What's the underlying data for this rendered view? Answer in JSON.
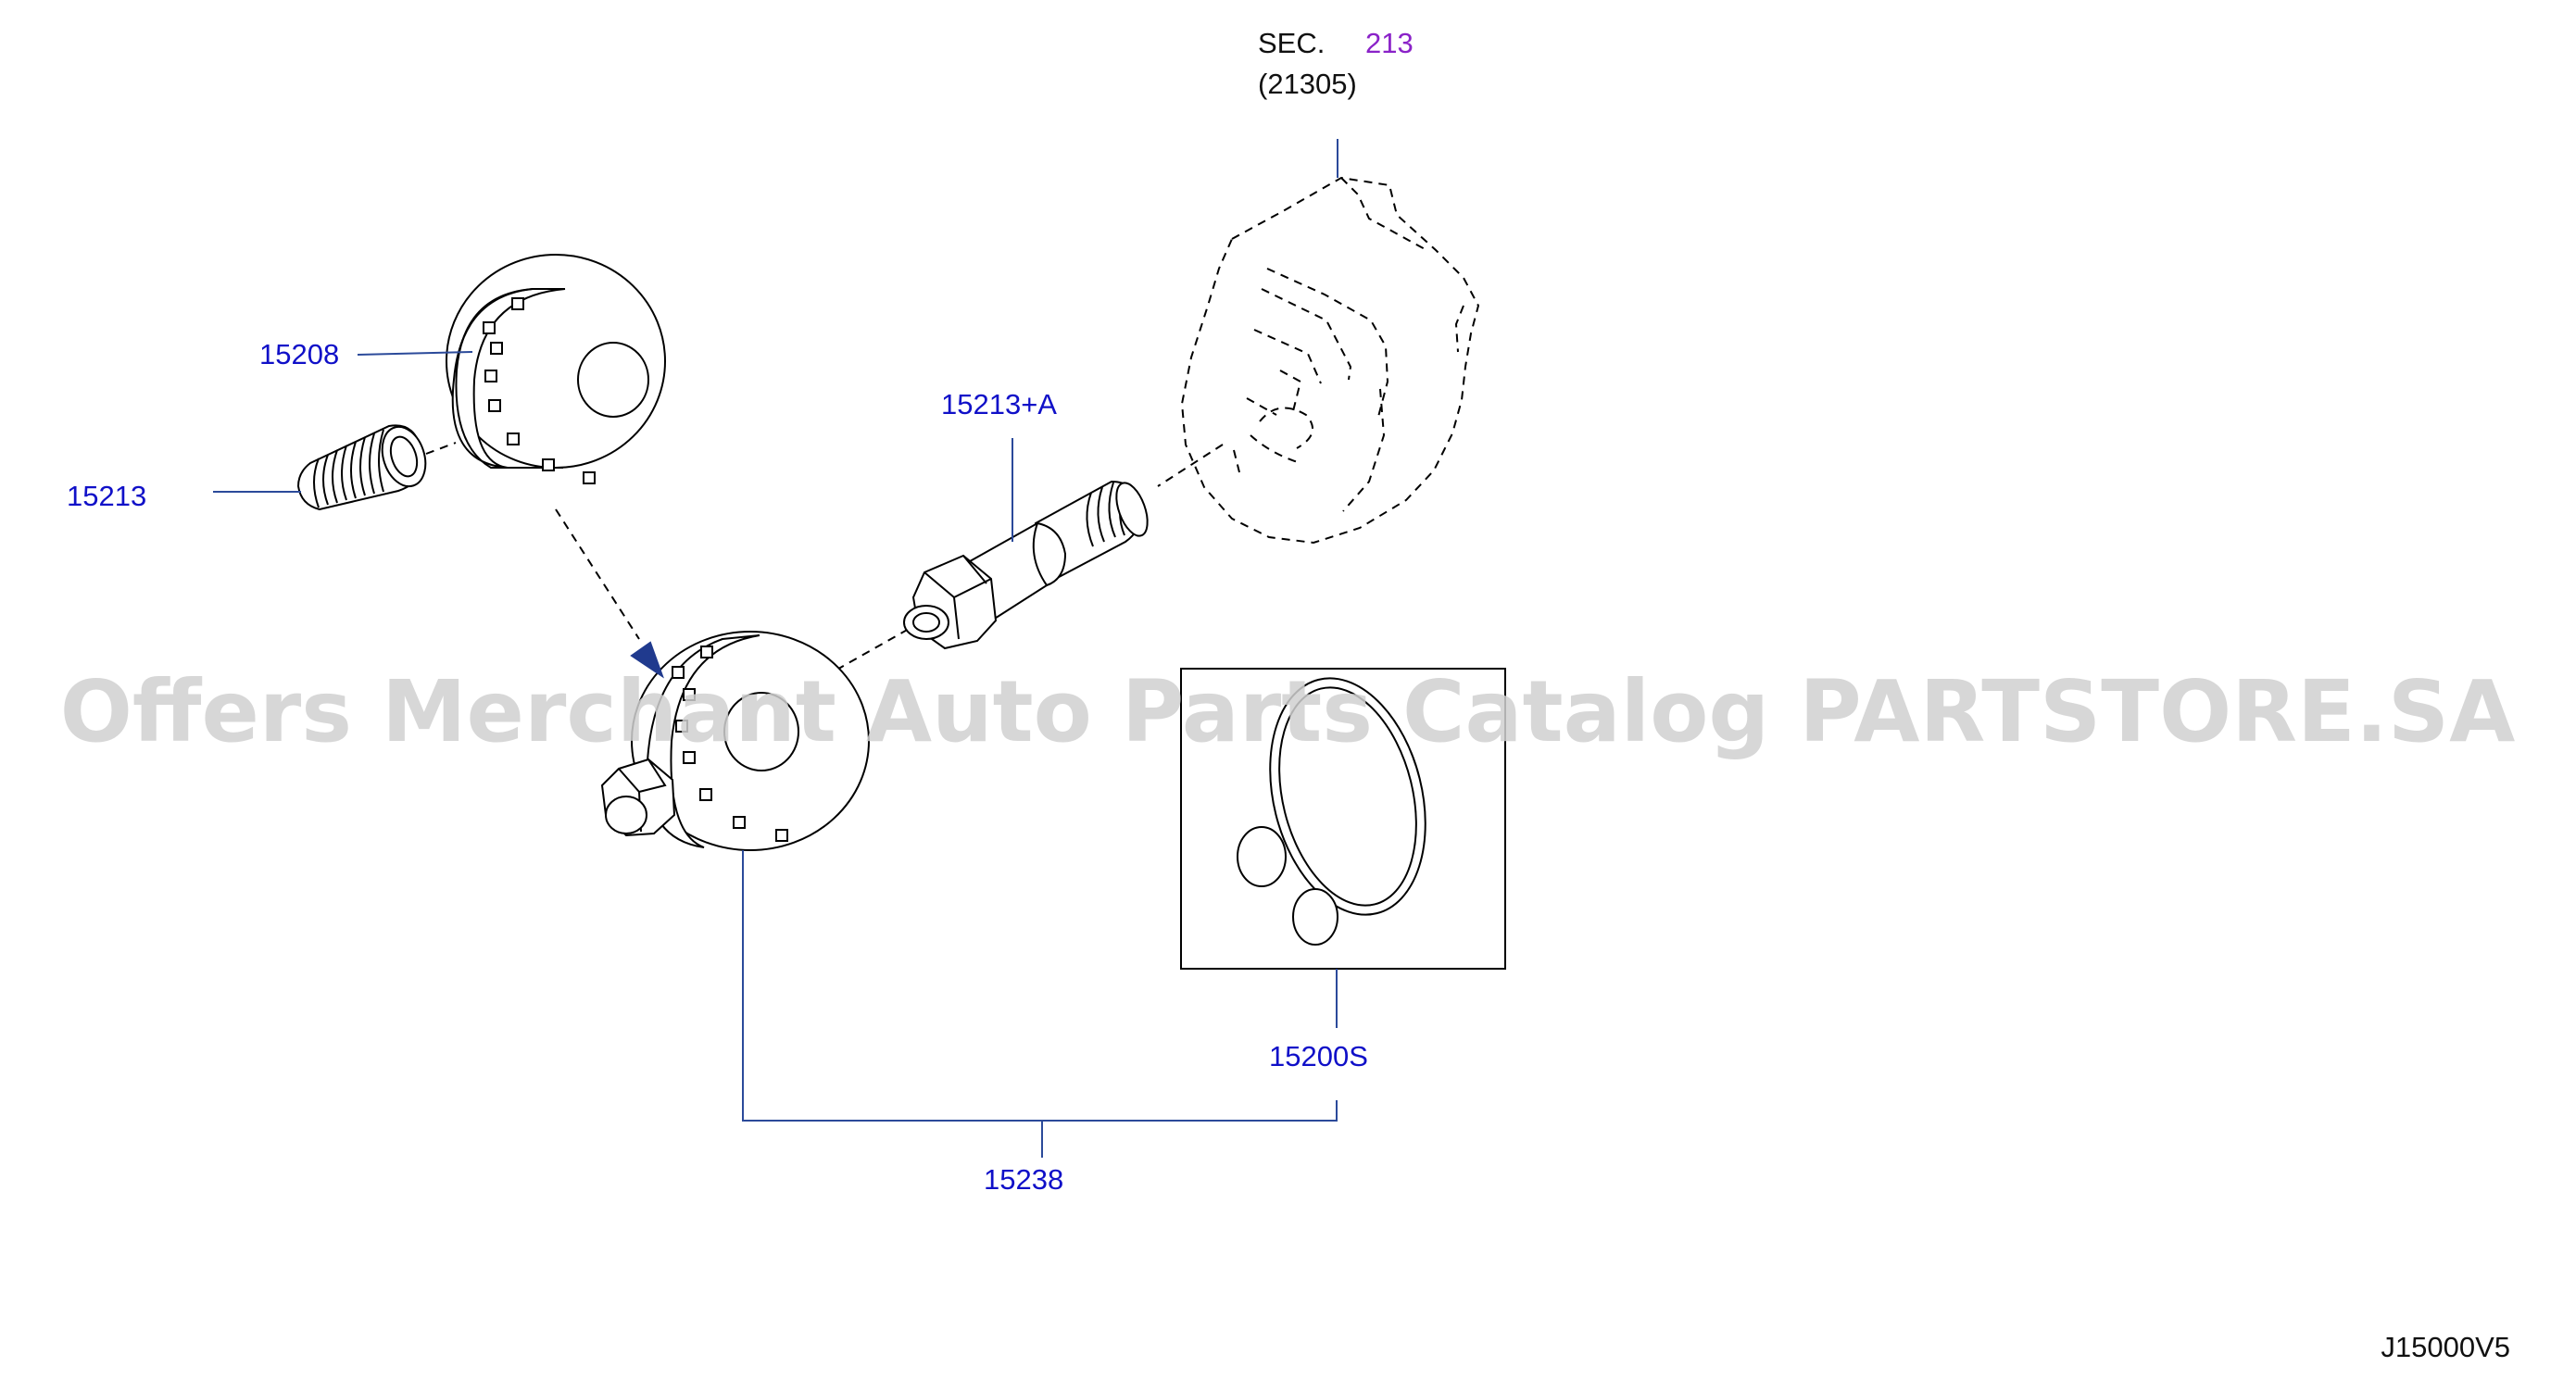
{
  "colors": {
    "part_label": "#1010c8",
    "section_link": "#8a22c8",
    "leader": "#2b4a9a",
    "arrow": "#203a8e",
    "watermark": "#d0d0d0",
    "text": "#111111"
  },
  "section": {
    "prefix": "SEC.",
    "number": "213",
    "sub_ref": "(21305)"
  },
  "parts": {
    "p15208": "15208",
    "p15213": "15213",
    "p15213a": "15213+A",
    "p15200s": "15200S",
    "p15238": "15238"
  },
  "watermark": "Offers Merchant Auto Parts Catalog PARTSTORE.SA",
  "diagram_code": "J15000V5"
}
